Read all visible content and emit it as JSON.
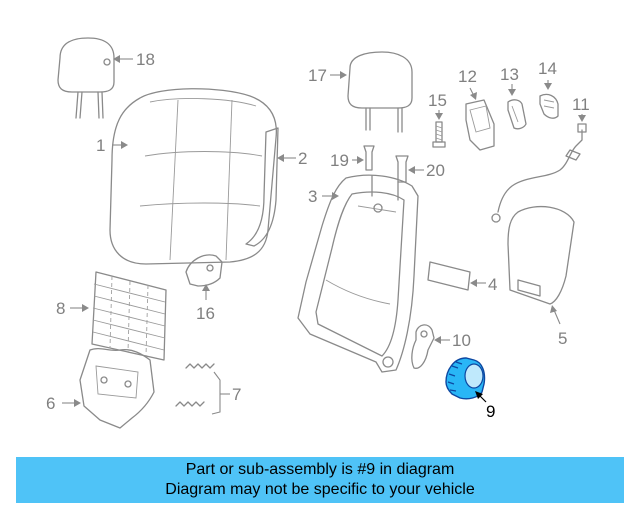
{
  "callouts": {
    "c1": "1",
    "c2": "2",
    "c3": "3",
    "c4": "4",
    "c5": "5",
    "c6": "6",
    "c7": "7",
    "c8": "8",
    "c9": "9",
    "c10": "10",
    "c11": "11",
    "c12": "12",
    "c13": "13",
    "c14": "14",
    "c15": "15",
    "c16": "16",
    "c17": "17",
    "c18": "18",
    "c19": "19",
    "c20": "20"
  },
  "highlighted_part": "9",
  "colors": {
    "highlight_fill": "#29b6f6",
    "banner_bg": "#4fc3f7",
    "line_art": "#8a8a8a"
  },
  "banner": {
    "line1": "Part or sub-assembly is #9 in diagram",
    "line2": "Diagram may not be specific to your vehicle"
  }
}
